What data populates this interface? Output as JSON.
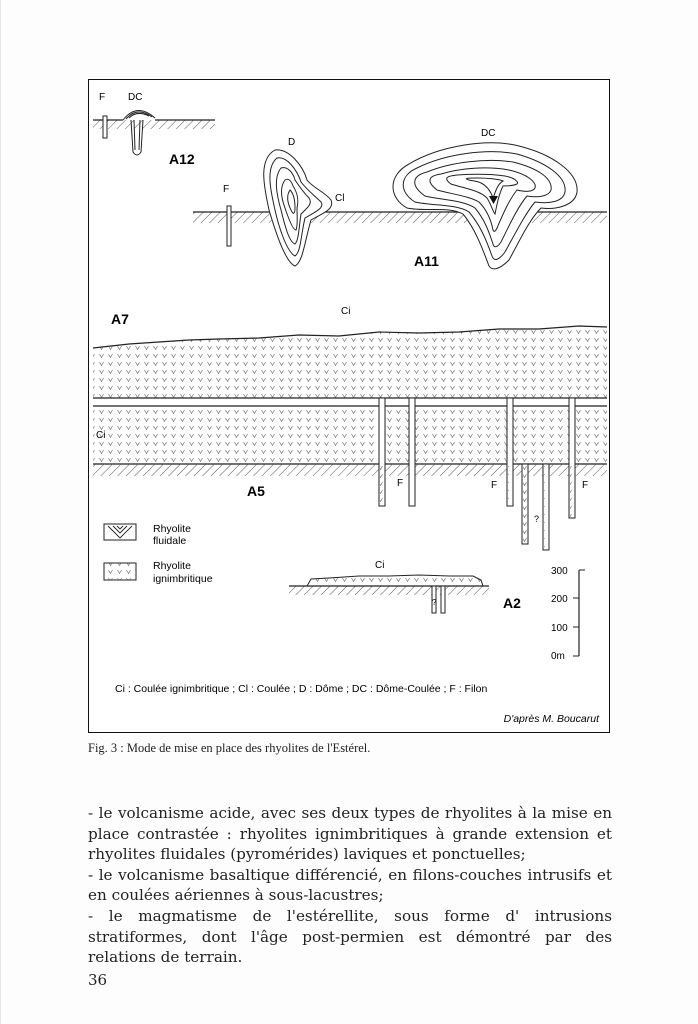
{
  "figure": {
    "labels": {
      "A12": "A12",
      "A11": "A11",
      "A7": "A7",
      "A5": "A5",
      "A2": "A2",
      "F": "F",
      "DC": "DC",
      "D": "D",
      "Cl": "Cl",
      "Ci": "Ci",
      "q": "?"
    },
    "legend": {
      "fluidale_line1": "Rhyolite",
      "fluidale_line2": "fluidale",
      "ignimbritique_line1": "Rhyolite",
      "ignimbritique_line2": "ignimbritique"
    },
    "scale": {
      "t300": "300",
      "t200": "200",
      "t100": "100",
      "t0": "0m"
    },
    "abbreviations": "Ci : Coulée ignimbritique ; Cl : Coulée ; D : Dôme ; DC : Dôme-Coulée ; F : Filon",
    "credit": "D'après M. Boucarut"
  },
  "caption": "Fig. 3 : Mode de mise en place des rhyolites de l'Estérel.",
  "paragraphs": [
    "- le volcanisme acide, avec ses deux types de rhyolites à la mise en place contrastée : rhyolites ignimbritiques à grande extension et rhyolites fluidales (pyromérides) laviques et ponctuelles;",
    "- le volcanisme basaltique différencié, en filons-couches intrusifs et en coulées aériennes à sous-lacustres;",
    "- le magmatisme de l'estérellite, sous forme d' intrusions stratiformes, dont l'âge post-permien est démontré par des relations de terrain."
  ],
  "page_number": "36"
}
